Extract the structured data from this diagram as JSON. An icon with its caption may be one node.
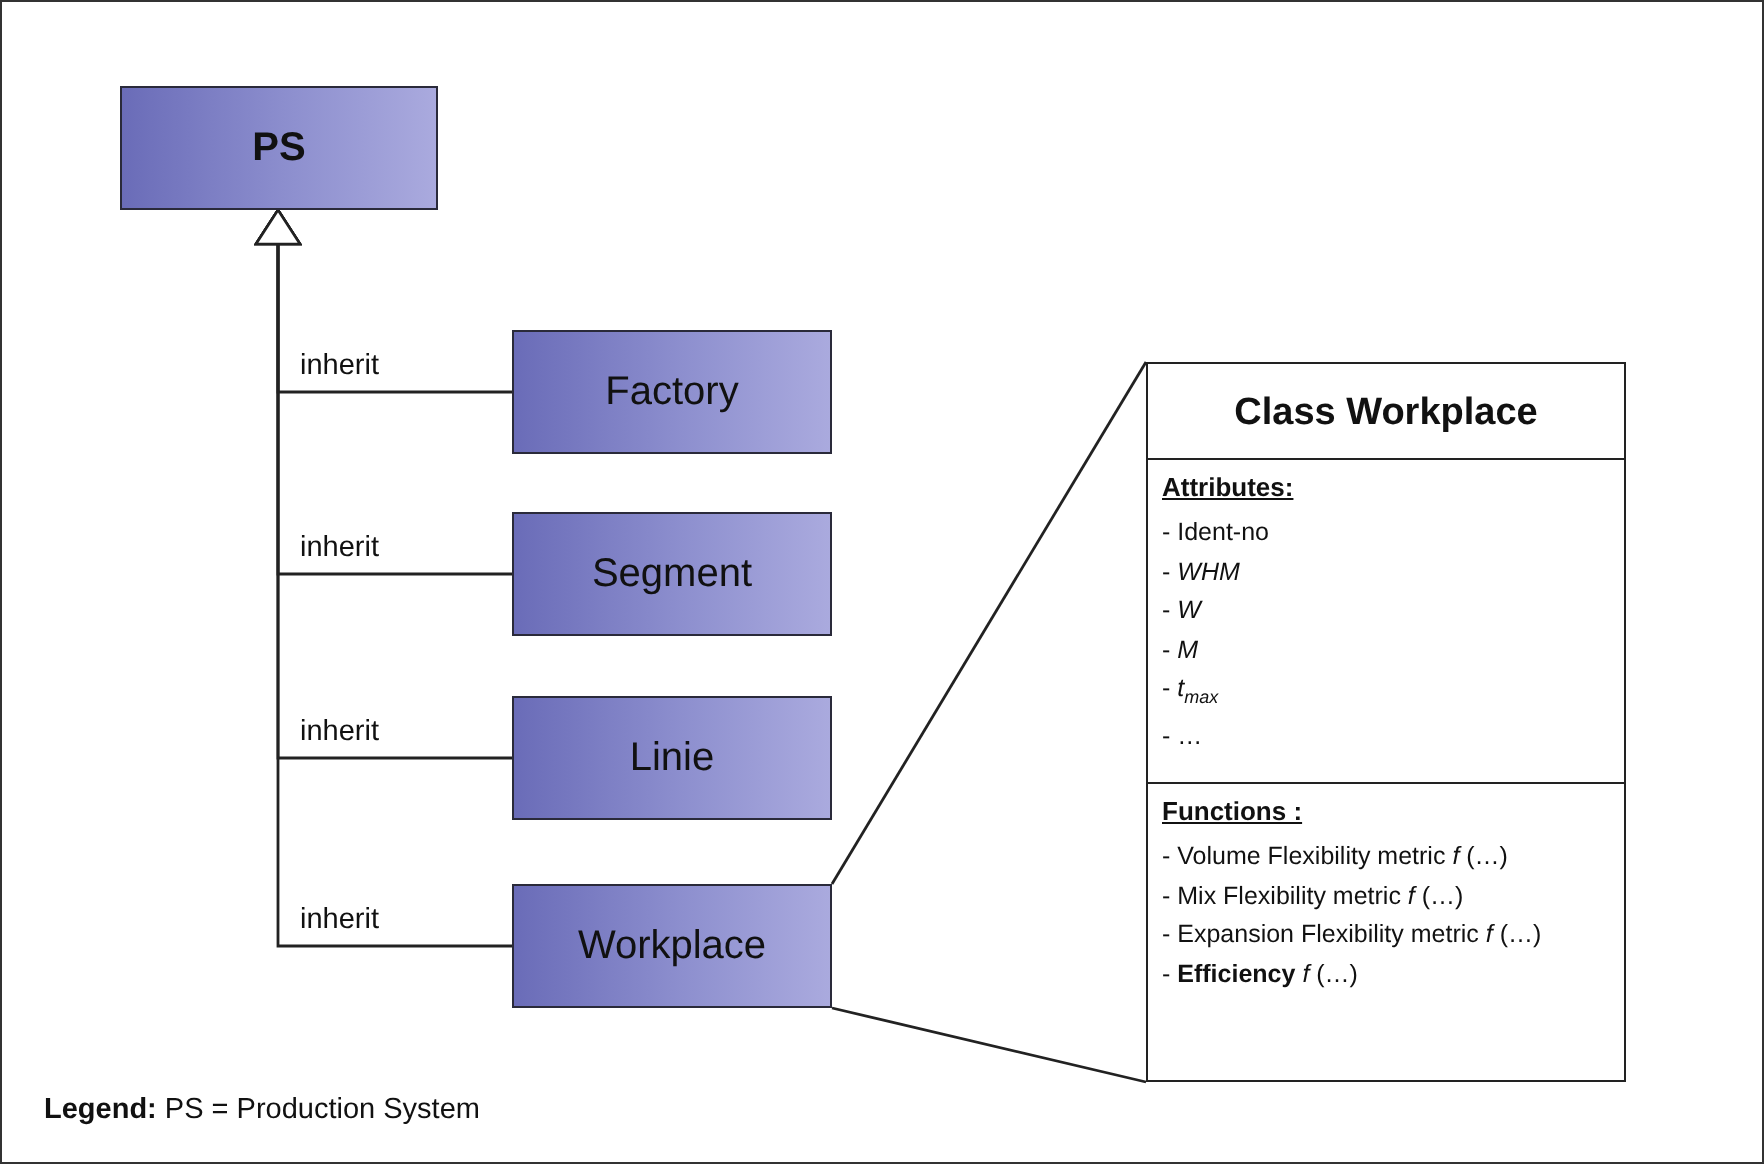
{
  "diagram": {
    "nodes": [
      {
        "text": [
          "PS"
        ]
      },
      {
        "text": [
          "Factory"
        ]
      },
      {
        "text": [
          "Segment"
        ]
      },
      {
        "text": [
          "Linie"
        ]
      },
      {
        "text": [
          "Workplace"
        ]
      },
      {
        "text": [
          "Class Workplace"
        ]
      },
      {
        "text": [
          "Attributes:",
          "- Ident-no",
          "- *WHM*",
          "- *W*",
          "- *M*",
          "- *t*$_{max}$",
          "- …"
        ],
        "in": 5
      },
      {
        "text": [
          "Functions :",
          "- Volume Flexibility metric *f* (…)",
          "- Mix Flexibility metric *f* (…)",
          "- Expansion Flexibility metric *f* (…)",
          "- **Efficiency** *f* (…)"
        ],
        "in": 5
      }
    ],
    "edges": [
      {
        "from": 1,
        "to": 0,
        "arrow": "to",
        "label": "inherit"
      },
      {
        "from": 2,
        "to": 0,
        "arrow": "to",
        "label": "inherit"
      },
      {
        "from": 3,
        "to": 0,
        "arrow": "to",
        "label": "inherit"
      },
      {
        "from": 4,
        "to": 0,
        "arrow": "to",
        "label": "inherit"
      },
      {
        "from": 4,
        "to": 5,
        "arrow": "none"
      },
      {
        "from": 4,
        "to": 5,
        "arrow": "none"
      }
    ],
    "labels": [
      "**Legend:** PS = Production System"
    ]
  }
}
